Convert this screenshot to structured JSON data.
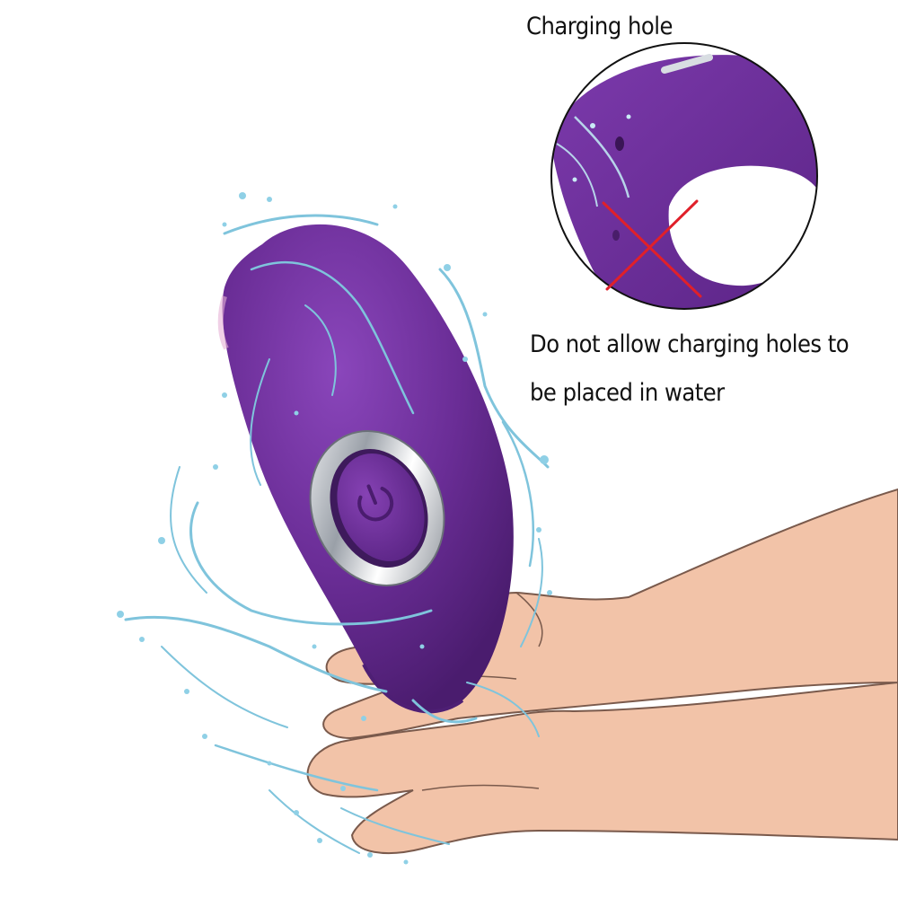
{
  "labels": {
    "charging_hole": "Charging hole",
    "warning_line1": "Do not allow charging holes to",
    "warning_line2": "be placed in water"
  },
  "colors": {
    "device_purple": "#6a2d96",
    "device_shadow": "#4e1f74",
    "skin": "#f2c3a8",
    "skin_outline": "#7a5a4c",
    "water": "#7fc4dc",
    "chrome": "#c8ccd2",
    "cross": "#e0202a",
    "text": "#111111"
  },
  "icons": {
    "power": "power-icon",
    "cross": "cross-mark-icon",
    "water": "water-splash-icon"
  }
}
